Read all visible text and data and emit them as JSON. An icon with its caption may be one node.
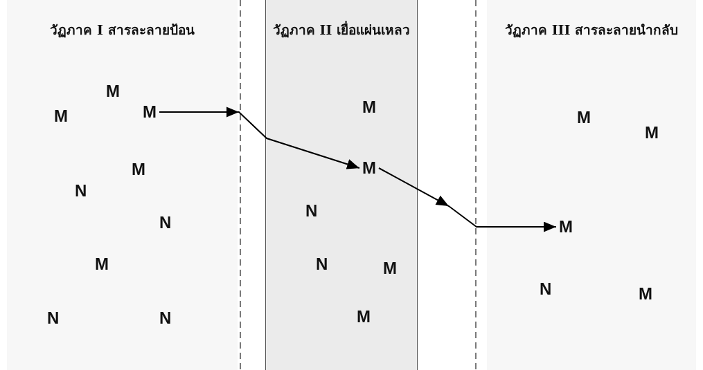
{
  "diagram": {
    "nodes": [
      {
        "text": [
          "วัฏภาค I สารละลายป้อน"
        ]
      },
      {
        "text": [
          "วัฏภาค II เยื่อแผ่นเหลว"
        ]
      },
      {
        "text": [
          "วัฏภาค III สารละลายนำกลับ"
        ]
      },
      {
        "text": [
          "M"
        ],
        "in": 0
      },
      {
        "text": [
          "M"
        ],
        "in": 1
      },
      {
        "text": [
          "M"
        ],
        "in": 2
      }
    ],
    "edges": [
      {
        "from": 3,
        "to": 4,
        "arrow": "to"
      },
      {
        "from": 4,
        "to": 5,
        "arrow": "to"
      }
    ],
    "labels": [
      "M",
      "M",
      "M",
      "N",
      "N",
      "M",
      "N",
      "N",
      "M",
      "N",
      "N",
      "M",
      "M",
      "M",
      "M",
      "N",
      "M"
    ]
  }
}
